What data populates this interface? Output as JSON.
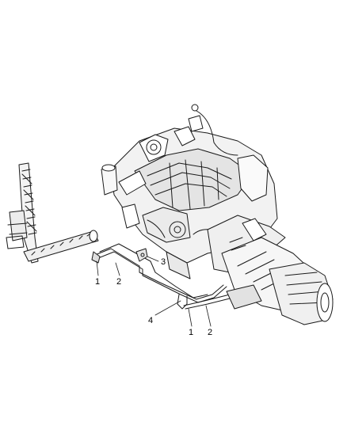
{
  "callouts": {
    "c1a": "1",
    "c2a": "2",
    "c3": "3",
    "c4": "4",
    "c1b": "1",
    "c2b": "2"
  }
}
